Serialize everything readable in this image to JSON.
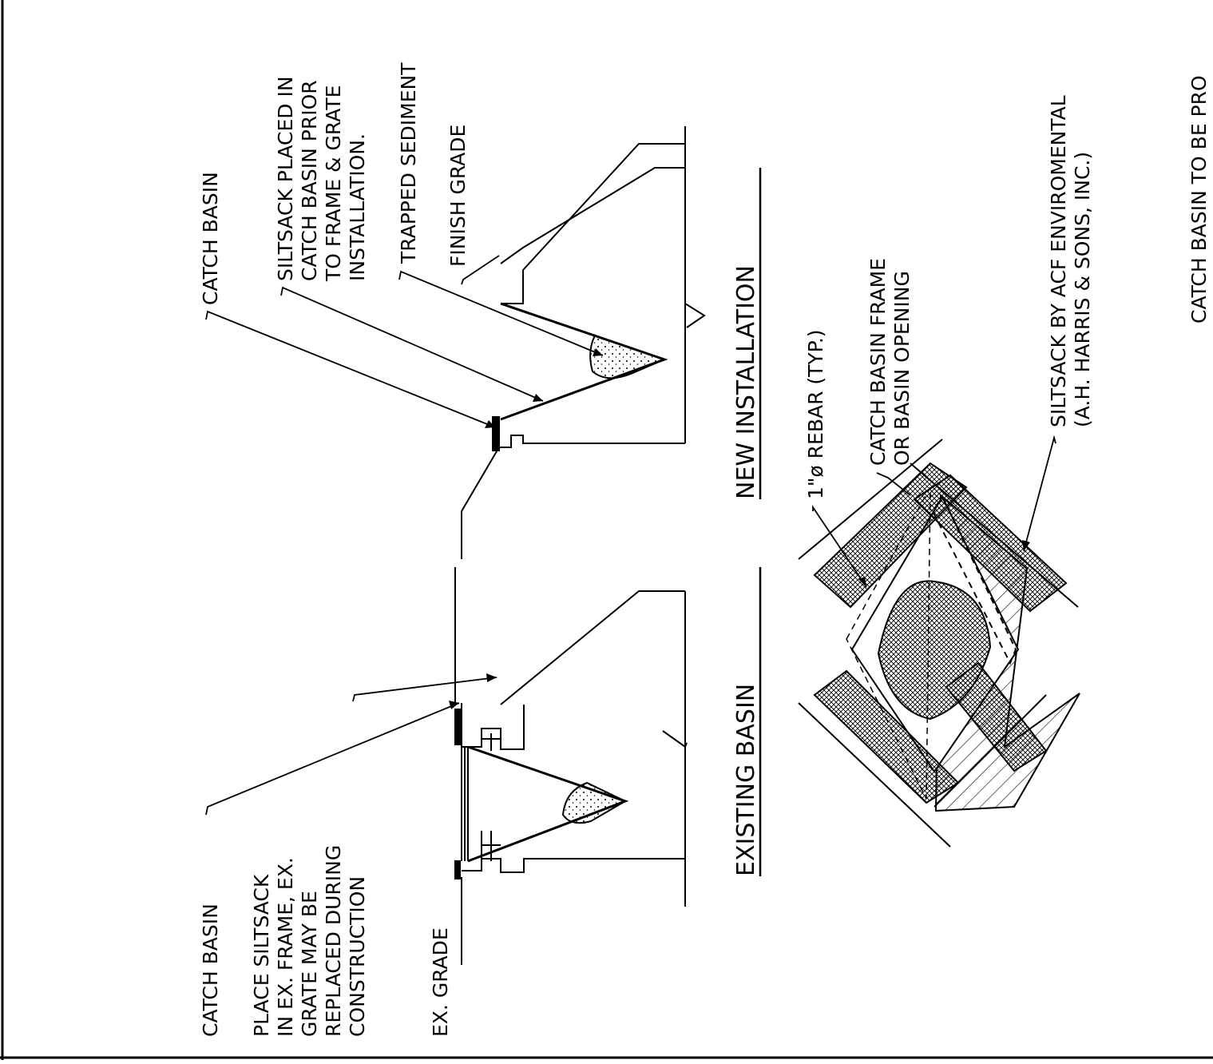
{
  "labels": {
    "catch_basin_left": "CATCH BASIN",
    "place_siltsack": [
      "PLACE SILTSACK",
      "IN EX. FRAME, EX.",
      "GRATE MAY BE",
      "REPLACED DURING",
      "CONSTRUCTION"
    ],
    "ex_grade": "EX. GRADE",
    "catch_basin_right": "CATCH BASIN",
    "siltsack_placed": [
      "SILTSACK PLACED IN",
      "CATCH BASIN PRIOR",
      "TO FRAME & GRATE",
      "INSTALLATION."
    ],
    "trapped_sediment": "TRAPPED SEDIMENT",
    "finish_grade": "FINISH GRADE",
    "rebar": "1\"ø REBAR (TYP.)",
    "frame_opening": [
      "CATCH BASIN FRAME",
      "OR BASIN OPENING"
    ],
    "siltsack_by": [
      "SILTSACK BY ACF ENVIROMENTAL",
      "(A.H. HARRIS & SONS, INC.)"
    ],
    "catch_basin_to_be": "CATCH BASIN TO BE PRO"
  },
  "titles": {
    "existing": "EXISTING  BASIN",
    "new": "NEW  INSTALLATION"
  }
}
